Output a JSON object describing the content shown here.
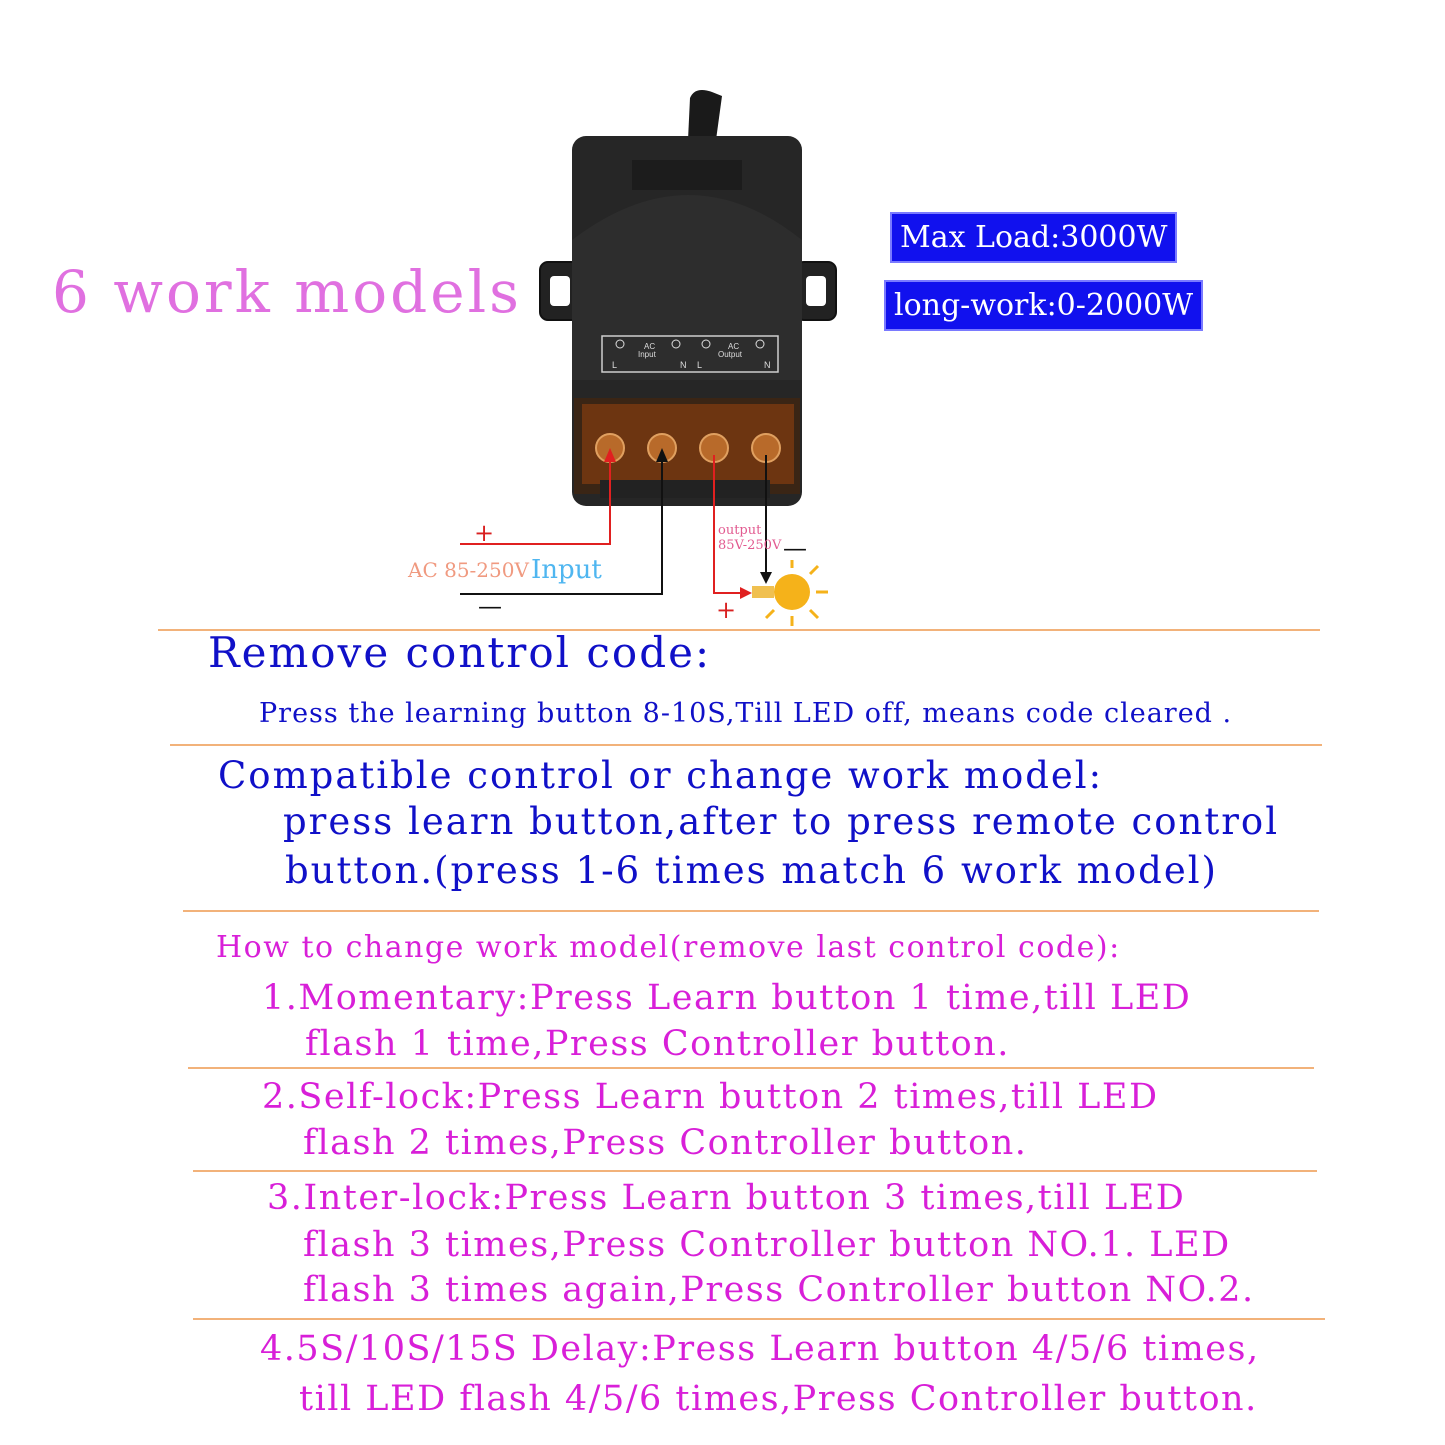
{
  "title": "6 work models",
  "specs": {
    "max_load": "Max Load:3000W",
    "long_work": "long-work:0-2000W"
  },
  "device": {
    "terminal_labels": {
      "ac_input": "AC Input",
      "ac_output": "AC Output",
      "l": "L",
      "n": "N"
    }
  },
  "wiring": {
    "input_voltage": "AC 85-250V",
    "input_label": "Input",
    "output_label": "output",
    "output_voltage": "85V-250V",
    "plus": "+",
    "minus": "—"
  },
  "sections": {
    "remove": {
      "heading": "Remove control code:",
      "text": "Press the learning button 8-10S,Till LED  off, means code cleared ."
    },
    "compatible": {
      "heading": "Compatible control or change work model:",
      "line1": "press learn button,after to press remote control",
      "line2": "button.(press 1-6 times match 6 work model)"
    },
    "howto": {
      "heading": "How to change work model(remove last control code):",
      "steps": [
        {
          "line1": "1.Momentary:Press Learn button 1 time,till LED",
          "line2": "flash 1 time,Press Controller button."
        },
        {
          "line1": "2.Self-lock:Press Learn button 2 times,till LED",
          "line2": "flash 2 times,Press Controller button."
        },
        {
          "line1": "3.Inter-lock:Press Learn button 3 times,till LED",
          "line2": "flash 3 times,Press Controller button NO.1. LED",
          "line3": "flash 3 times again,Press Controller button NO.2."
        },
        {
          "line1": "4.5S/10S/15S Delay:Press Learn button 4/5/6 times,",
          "line2": "till LED flash 4/5/6 times,Press Controller button."
        }
      ]
    }
  },
  "colors": {
    "title": "#e070e0",
    "spec_bg": "#1111ee",
    "heading_blue": "#1010c8",
    "steps_magenta": "#d81fd8",
    "divider": "#f2b27a"
  }
}
